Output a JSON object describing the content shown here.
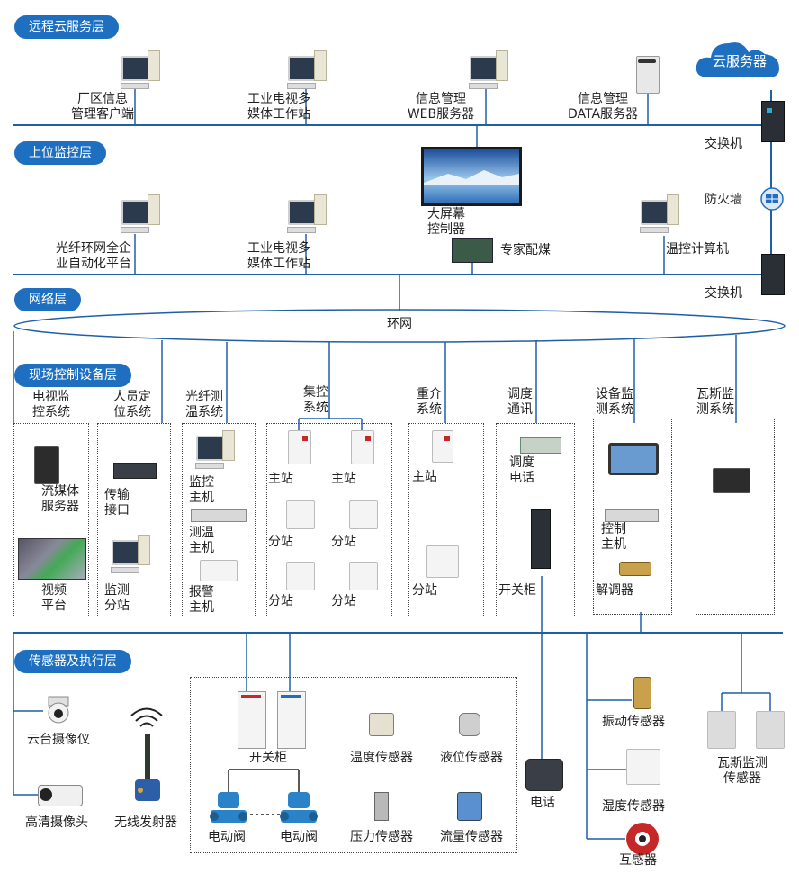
{
  "layers": {
    "cloud": "远程云服务层",
    "supervisory": "上位监控层",
    "network": "网络层",
    "field": "现场控制设备层",
    "sensor": "传感器及执行层"
  },
  "cloud_server": "云服务器",
  "switch_label": "交换机",
  "firewall_label": "防火墙",
  "ring_label": "环网",
  "cloud_layer": {
    "client": "厂区信息\n管理客户端",
    "media_station": "工业电视多\n媒体工作站",
    "web_server": "信息管理\nWEB服务器",
    "data_server": "信息管理\nDATA服务器"
  },
  "supervisory_layer": {
    "platform": "光纤环网全企\n业自动化平台",
    "media_station": "工业电视多\n媒体工作站",
    "screen": "大屏幕\n控制器",
    "coal": "专家配煤",
    "temp_pc": "温控计算机"
  },
  "systems": [
    {
      "title": "电视监\n控系统",
      "items": [
        "流媒体\n服务器",
        "视频\n平台"
      ]
    },
    {
      "title": "人员定\n位系统",
      "items": [
        "传输\n接口",
        "监测\n分站"
      ]
    },
    {
      "title": "光纤测\n温系统",
      "items": [
        "监控\n主机",
        "测温\n主机",
        "报警\n主机"
      ]
    },
    {
      "title": "集控\n系统",
      "items": [
        "主站",
        "主站",
        "分站",
        "分站",
        "分站",
        "分站"
      ]
    },
    {
      "title": "重介\n系统",
      "items": [
        "主站",
        "分站"
      ]
    },
    {
      "title": "调度\n通讯",
      "items": [
        "调度\n电话",
        "开关柜"
      ]
    },
    {
      "title": "设备监\n测系统",
      "items": [
        "控制\n主机",
        "解调器"
      ]
    },
    {
      "title": "瓦斯监\n测系统",
      "items": []
    }
  ],
  "sensors": {
    "ptz_camera": "云台摄像仪",
    "hd_camera": "高清摄像头",
    "wireless": "无线发射器",
    "switch_cabinet": "开关柜",
    "valve1": "电动阀",
    "valve2": "电动阀",
    "temp": "温度传感器",
    "level": "液位传感器",
    "pressure": "压力传感器",
    "flow": "流量传感器",
    "phone": "电话",
    "vibration": "振动传感器",
    "humidity": "湿度传感器",
    "ct": "互感器",
    "gas": "瓦斯监测\n传感器"
  },
  "colors": {
    "accent": "#1f6fc1",
    "line": "#1f5fa8",
    "text": "#222222"
  }
}
